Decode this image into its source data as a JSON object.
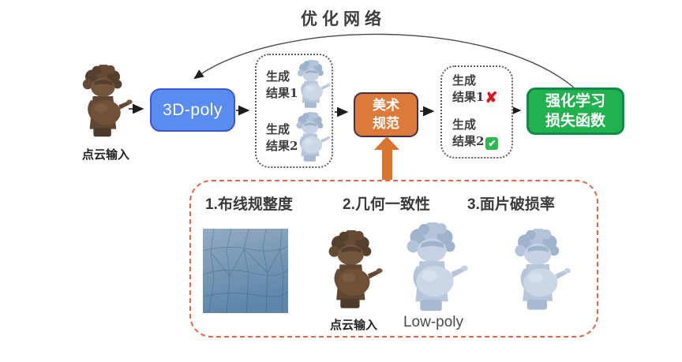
{
  "title": "优化网络",
  "pipeline": {
    "input": {
      "label": "点云输入"
    },
    "poly_box": {
      "label": "3D-poly"
    },
    "gen_box": {
      "results": [
        {
          "line1": "生成",
          "line2": "结果1"
        },
        {
          "line1": "生成",
          "line2": "结果2"
        }
      ]
    },
    "art_box": {
      "line1": "美术",
      "line2": "规范"
    },
    "eval_box": {
      "results": [
        {
          "line1": "生成",
          "line2": "结果1",
          "mark": "✘",
          "status": "rejected"
        },
        {
          "line1": "生成",
          "line2": "结果2",
          "mark": "✔",
          "status": "accepted"
        }
      ]
    },
    "rl_box": {
      "line1": "强化学习",
      "line2": "损失函数"
    }
  },
  "criteria": {
    "items": [
      "1.布线规整度",
      "2.几何一致性",
      "3.面片破损率"
    ],
    "point_cloud_label": "点云输入",
    "low_poly_label": "Low-poly"
  },
  "icons": {
    "cross": "cross-icon",
    "check": "check-icon",
    "mesh": "mesh-wireframe-image",
    "feedback_arc": "feedback-arrow"
  },
  "colors": {
    "poly_blue": "#5a8cf0",
    "poly_blue_border": "#3c55d8",
    "art_orange": "#dd7a3a",
    "rl_green": "#21b14e",
    "rl_green_border": "#0f8a4a",
    "thick_arrow_orange": "#d9742f",
    "panel_dashed_orange": "#e2664a",
    "cross_red": "#e0151b",
    "check_green": "#2eb94f"
  }
}
